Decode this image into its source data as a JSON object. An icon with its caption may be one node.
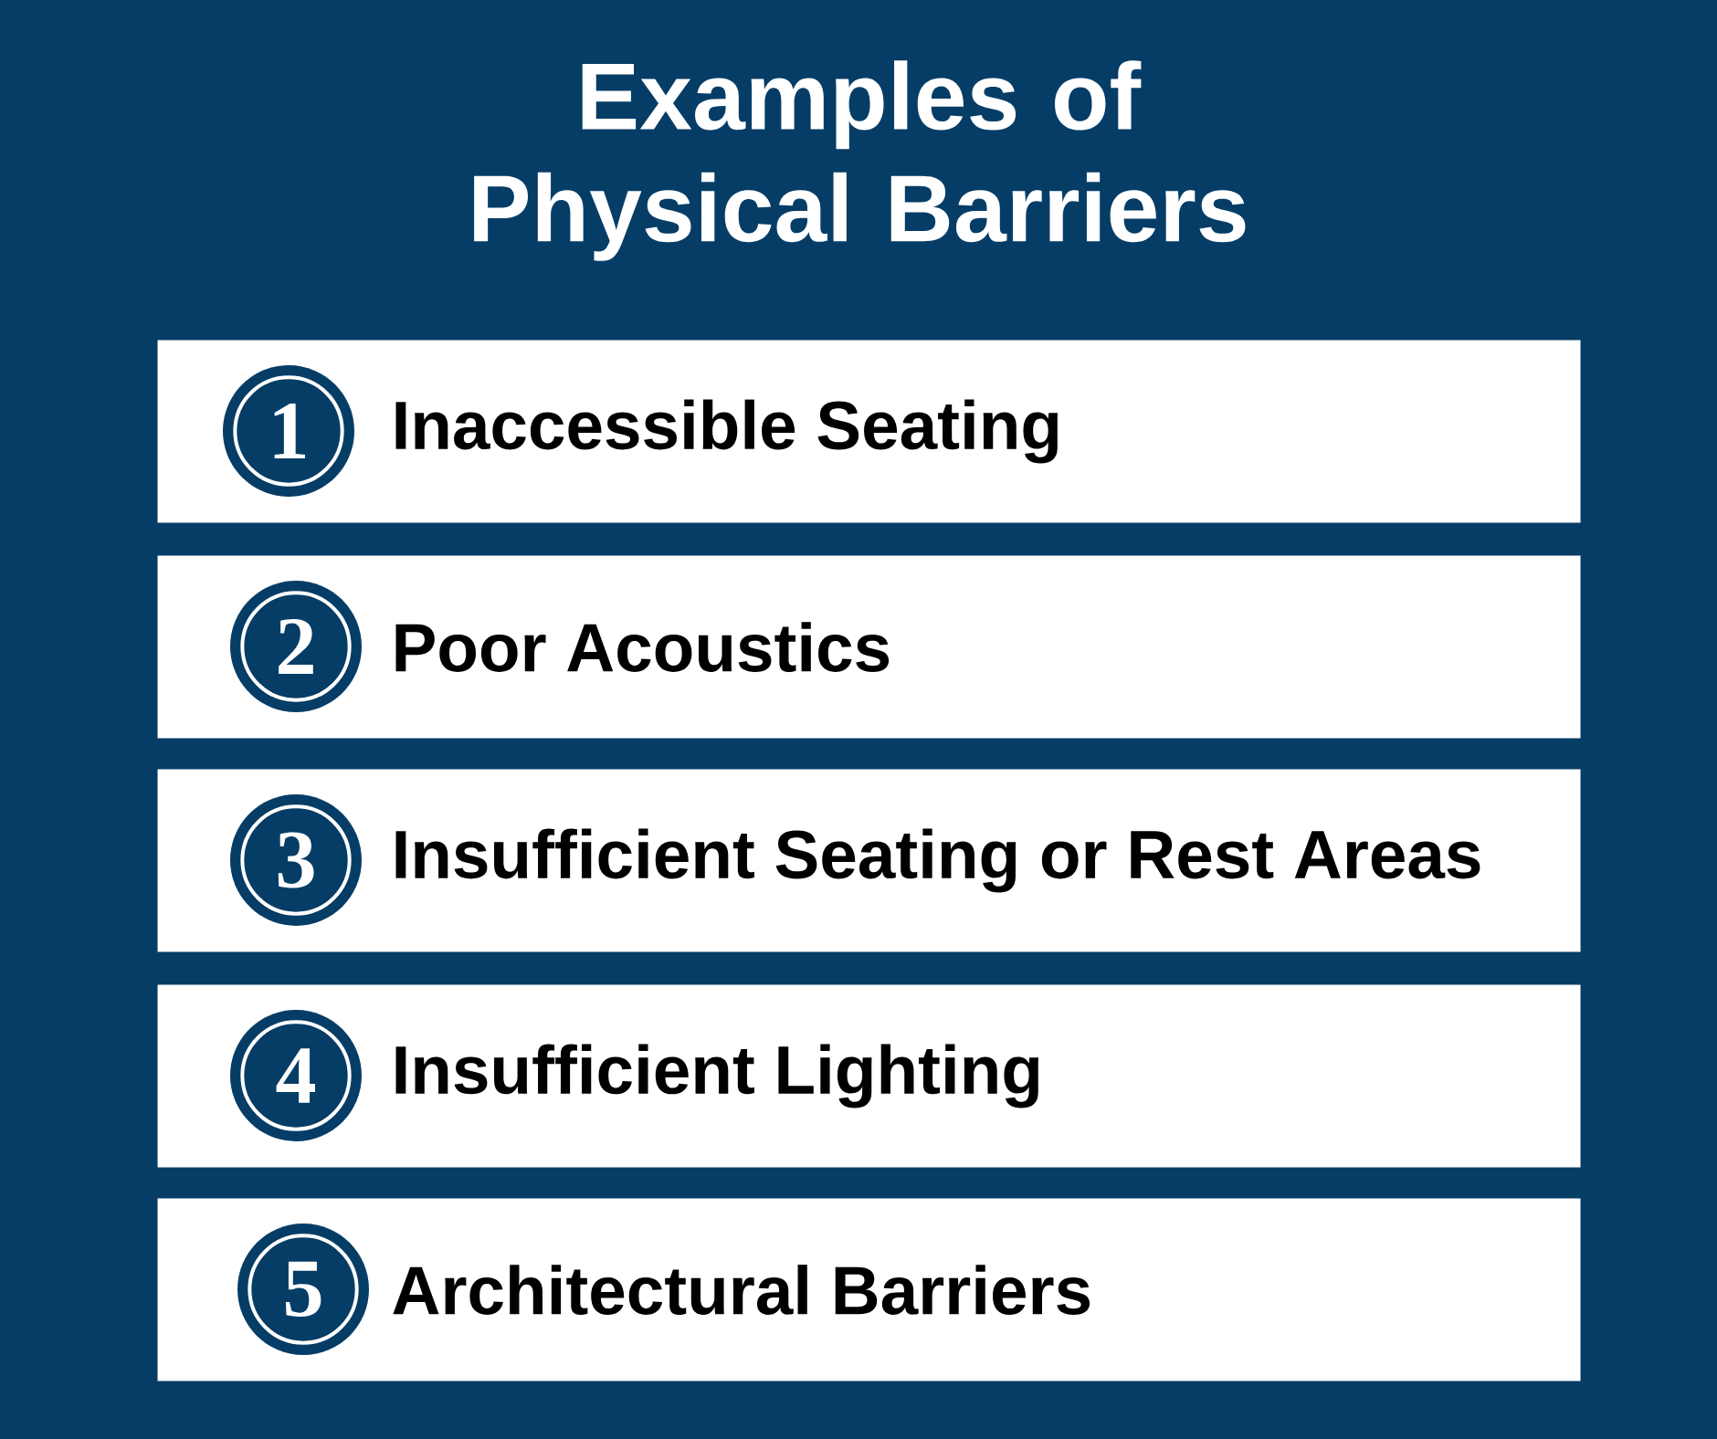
{
  "diagram": {
    "title": "Examples of Physical Barriers",
    "nodes": [
      {
        "text": [
          "Inaccessible Seating"
        ]
      },
      {
        "text": [
          "1"
        ],
        "in": 0
      },
      {
        "text": [
          "Poor Acoustics"
        ]
      },
      {
        "text": [
          "2"
        ],
        "in": 2
      },
      {
        "text": [
          "Insufficient Seating or Rest Areas"
        ]
      },
      {
        "text": [
          "3"
        ],
        "in": 4
      },
      {
        "text": [
          "Insufficient Lighting"
        ]
      },
      {
        "text": [
          "4"
        ],
        "in": 6
      },
      {
        "text": [
          "Architectural Barriers"
        ]
      },
      {
        "text": [
          "5"
        ],
        "in": 8
      }
    ]
  }
}
